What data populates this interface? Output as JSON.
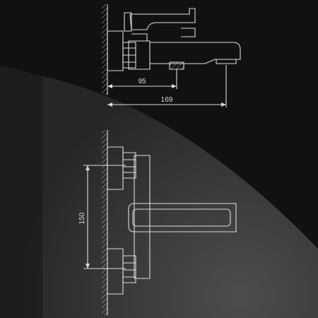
{
  "dimensions": {
    "spout_to_outlet": {
      "value": "95"
    },
    "wall_to_spout_tip": {
      "value": "169"
    },
    "connection_spacing": {
      "value": "150"
    }
  },
  "colors": {
    "background_dark": "#111111",
    "background_glow": "#4a4a4a",
    "line": "#dcdcdc"
  }
}
